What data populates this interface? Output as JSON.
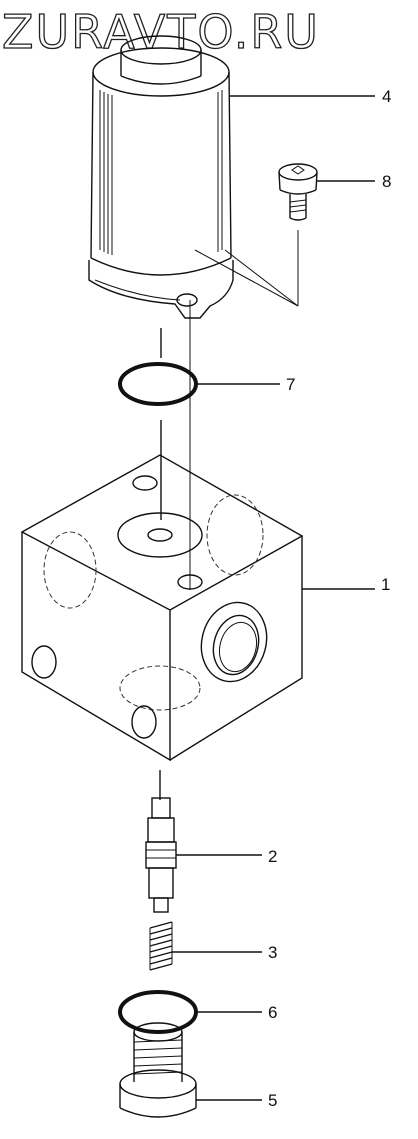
{
  "watermark": "ZURAVTO.RU",
  "callouts": [
    {
      "id": "callout-1",
      "label": "1"
    },
    {
      "id": "callout-2",
      "label": "2"
    },
    {
      "id": "callout-3",
      "label": "3"
    },
    {
      "id": "callout-4",
      "label": "4"
    },
    {
      "id": "callout-5",
      "label": "5"
    },
    {
      "id": "callout-6",
      "label": "6"
    },
    {
      "id": "callout-7",
      "label": "7"
    },
    {
      "id": "callout-8",
      "label": "8"
    }
  ],
  "colors": {
    "line": "#111111",
    "background": "#ffffff"
  }
}
